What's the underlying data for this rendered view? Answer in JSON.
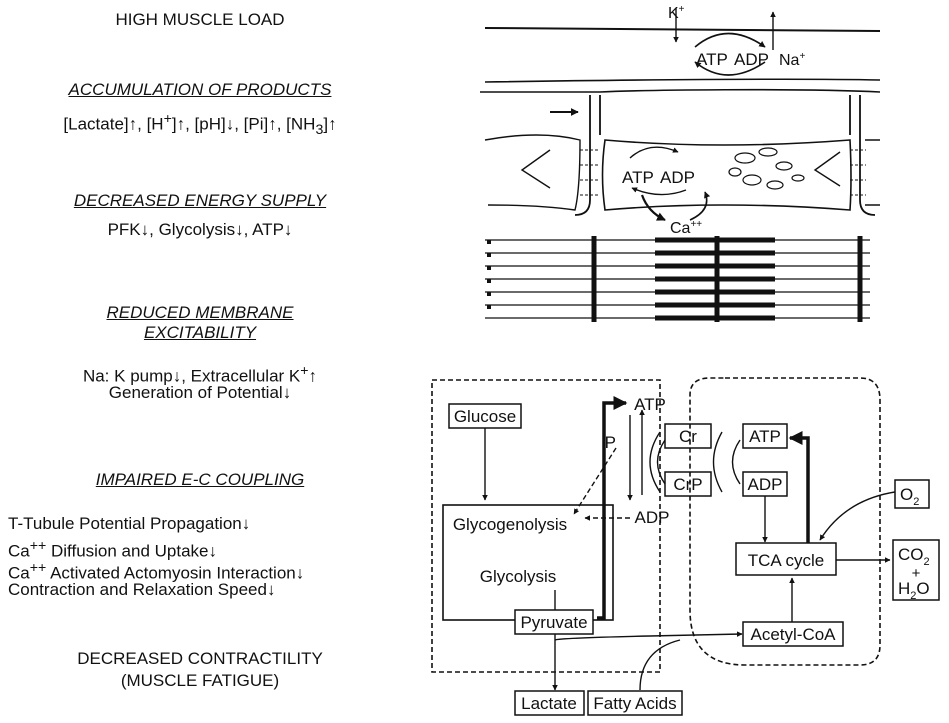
{
  "left_column": {
    "high_muscle_load": "HIGH MUSCLE LOAD",
    "accumulation": {
      "heading": "ACCUMULATION OF PRODUCTS",
      "line1_html": "[Lactate]↑, [H<sup>+</sup>]↑, [pH]↓, [Pi]↑, [NH<sub>3</sub>]↑"
    },
    "energy": {
      "heading": "DECREASED ENERGY SUPPLY",
      "line1": "PFK↓, Glycolysis↓, ATP↓"
    },
    "membrane": {
      "heading_line1": "REDUCED MEMBRANE",
      "heading_line2": "EXCITABILITY",
      "line1_html": "Na: K pump↓, Extracellular K<sup>+</sup>↑",
      "line2": "Generation of Potential↓"
    },
    "ec_coupling": {
      "heading": "IMPAIRED E-C COUPLING",
      "items": [
        "T-Tubule Potential Propagation↓",
        "Ca<sup>++</sup> Diffusion and Uptake↓",
        "Ca<sup>++</sup> Activated Actomyosin Interaction↓",
        "Contraction and Relaxation Speed↓"
      ]
    },
    "contractility": {
      "line1": "DECREASED CONTRACTILITY",
      "line2": "(MUSCLE FATIGUE)"
    }
  },
  "membrane_diagram": {
    "k_ion": "K",
    "k_charge": "+",
    "na_ion": "Na",
    "na_charge": "+",
    "atp": "ATP",
    "adp": "ADP",
    "ca_ion": "Ca",
    "ca_charge": "++"
  },
  "metabolism": {
    "glucose": "Glucose",
    "atp_top": "ATP",
    "p": "P",
    "adp_mid": "ADP",
    "glycogenolysis": "Glycogenolysis",
    "glycolysis": "Glycolysis",
    "pyruvate": "Pyruvate",
    "lactate": "Lactate",
    "fatty_acids": "Fatty Acids",
    "cr": "Cr",
    "crp": "CrP",
    "atp_right": "ATP",
    "adp_right": "ADP",
    "o2": "O",
    "o2_sub": "2",
    "tca": "TCA cycle",
    "co2": "CO",
    "co2_sub": "2",
    "plus": "+",
    "h2o_h": "H",
    "h2o_sub": "2",
    "h2o_o": "O",
    "acetyl_coa": "Acetyl-CoA"
  }
}
